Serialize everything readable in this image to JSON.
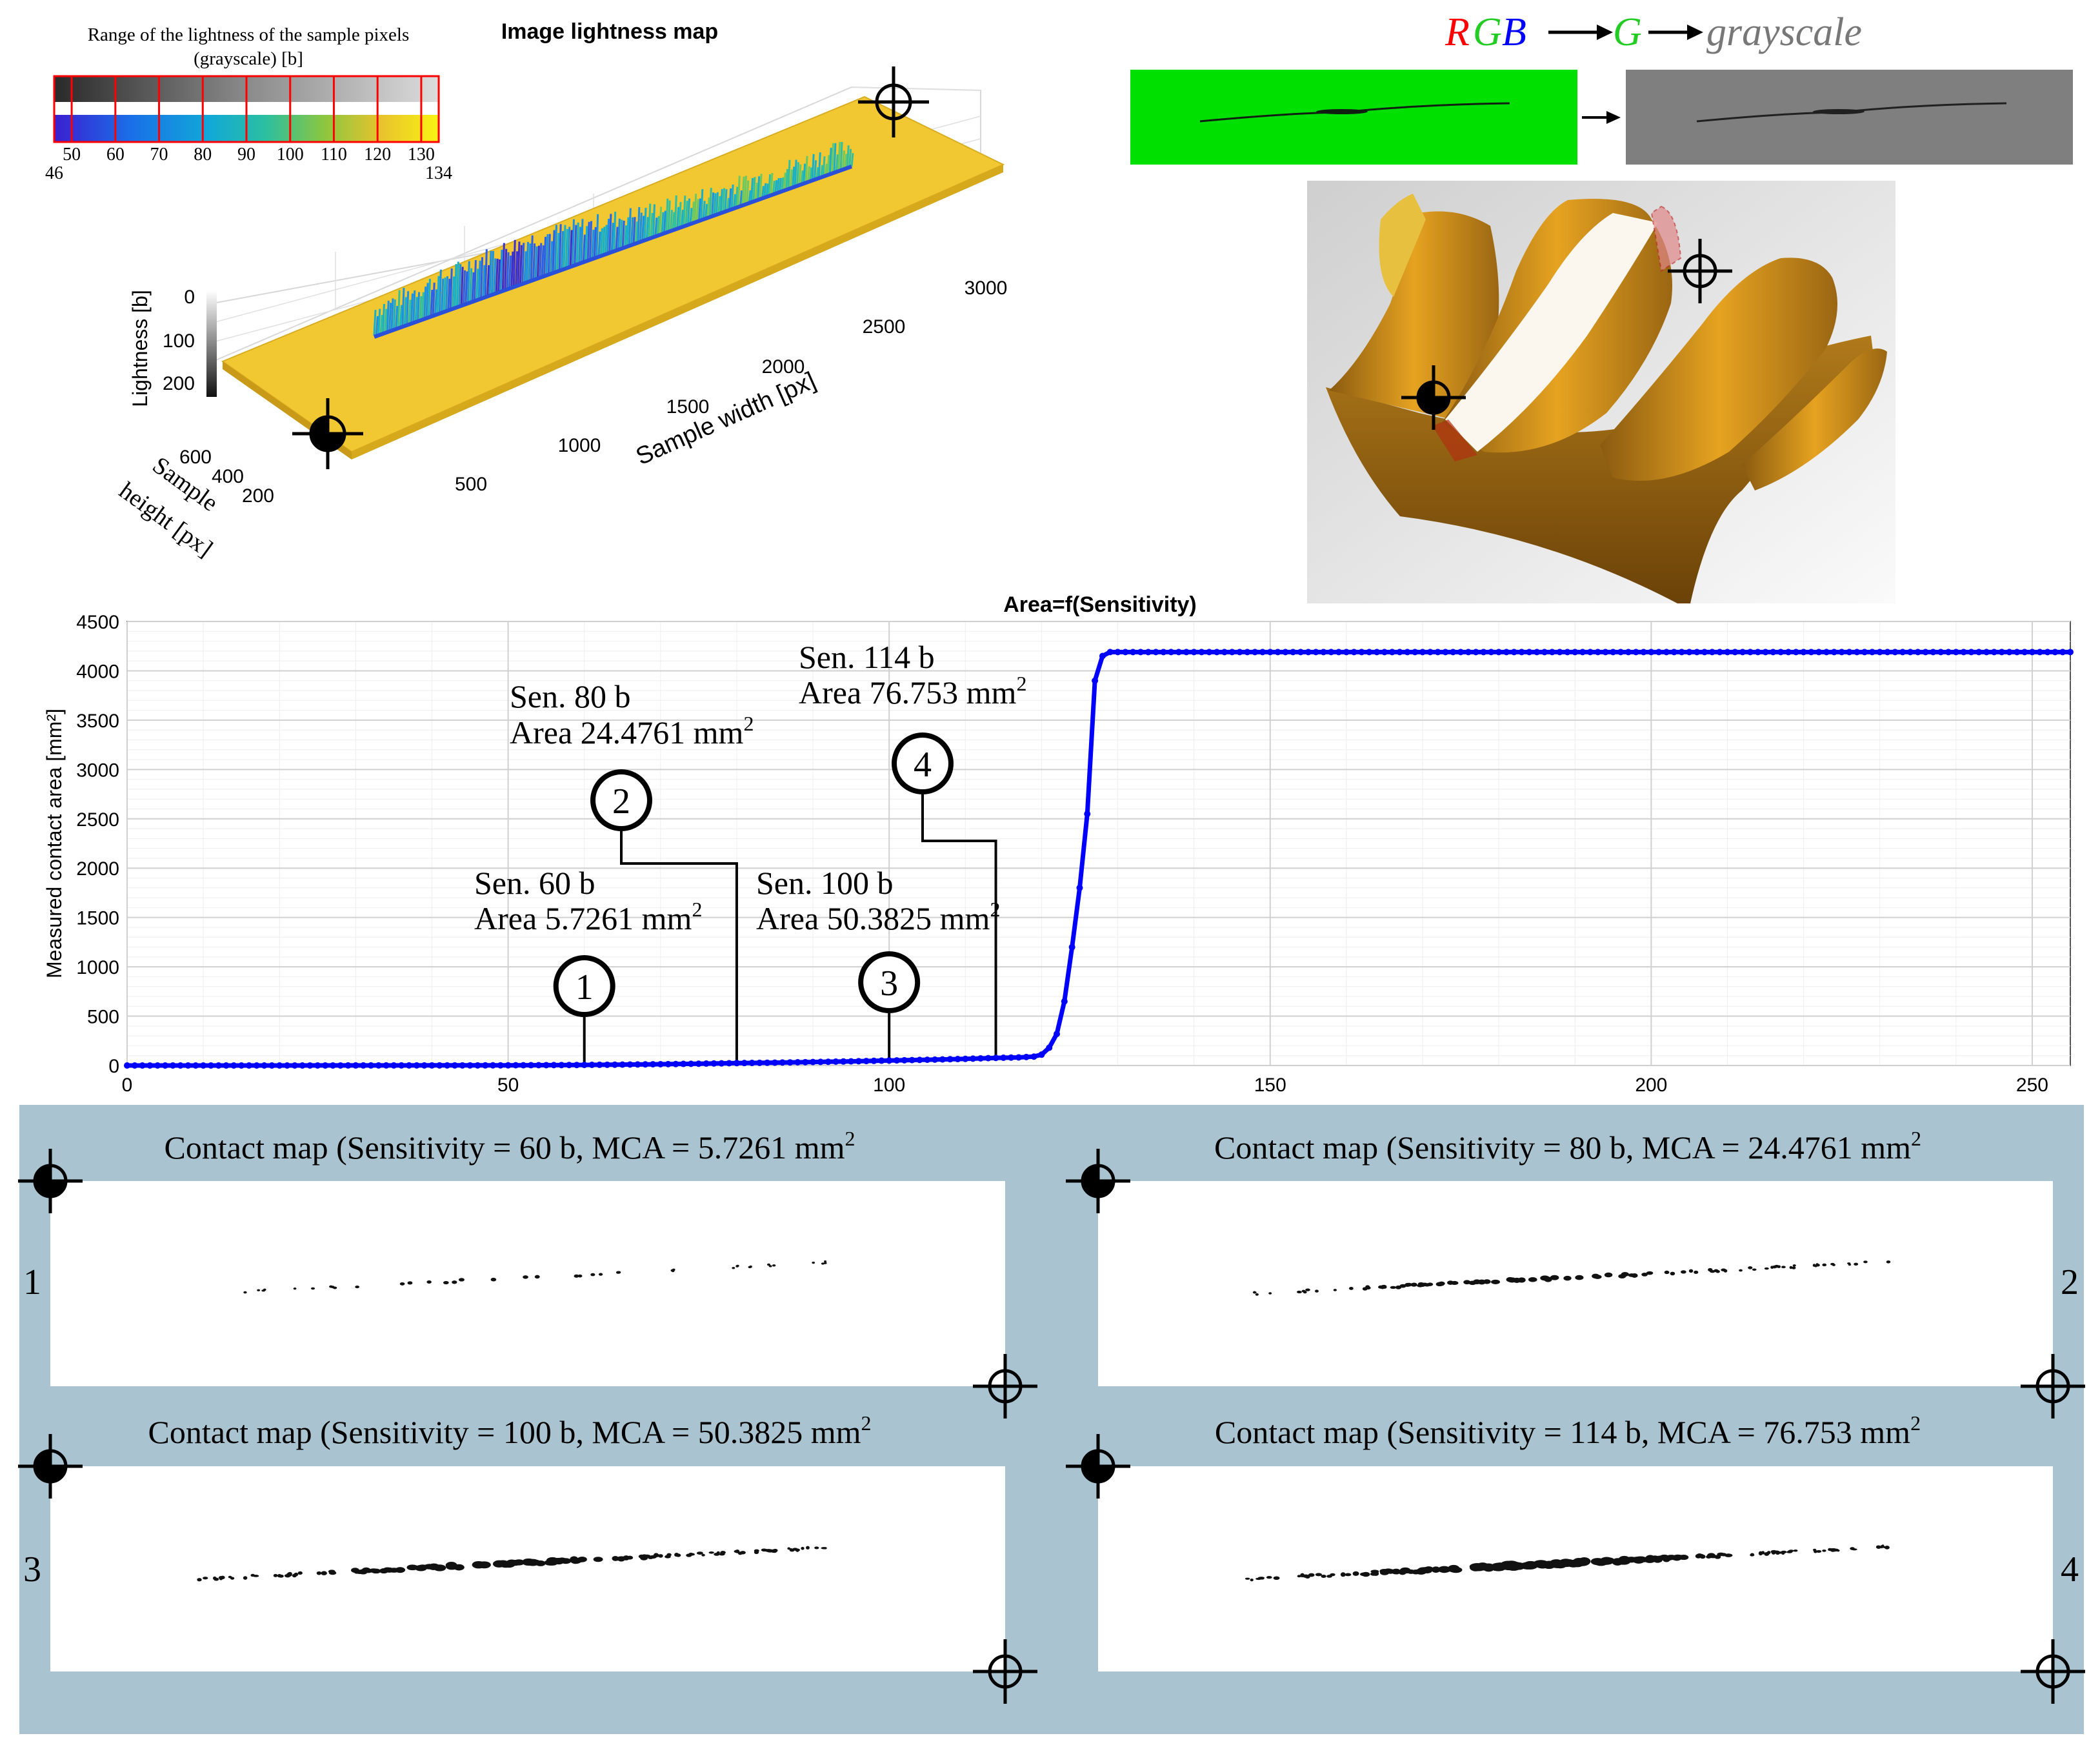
{
  "colorbar": {
    "title_line1": "Range of the lightness of the sample pixels",
    "title_line2": "(grayscale) [b]",
    "ticks": [
      "50",
      "60",
      "70",
      "80",
      "90",
      "100",
      "110",
      "120",
      "130"
    ],
    "min_label": "46",
    "max_label": "134"
  },
  "surface": {
    "title": "Image lightness map",
    "zlabel": "Lightness [b]",
    "z_ticks": [
      "0",
      "100",
      "200"
    ],
    "xlabel": "Sample width [px]",
    "x_ticks": [
      "500",
      "1000",
      "1500",
      "2000",
      "2500",
      "3000"
    ],
    "ylabel_line1": "Sample",
    "ylabel_line2": "height [px]",
    "y_ticks": [
      "600",
      "400",
      "200"
    ]
  },
  "pipeline": {
    "R": "R",
    "G": "G",
    "B": "B",
    "G2": "G",
    "grayscale": "grayscale",
    "colors": {
      "red": "#ff0000",
      "green": "#22cc22",
      "blue": "#0000ff",
      "gray": "#777777",
      "green_panel": "#00e000",
      "gray_panel": "#7f7f7f"
    }
  },
  "chart_data": {
    "type": "line",
    "title": "Area=f(Sensitivity)",
    "xlabel": "",
    "ylabel": "Measured contact area [mm²]",
    "xlim": [
      0,
      255
    ],
    "ylim": [
      0,
      4500
    ],
    "x_ticks": [
      0,
      50,
      100,
      150,
      200,
      250
    ],
    "y_ticks": [
      0,
      500,
      1000,
      1500,
      2000,
      2500,
      3000,
      3500,
      4000,
      4500
    ],
    "grid": true,
    "series_color": "#0000ff",
    "points": [
      [
        0,
        0
      ],
      [
        10,
        0
      ],
      [
        20,
        0
      ],
      [
        30,
        0.5
      ],
      [
        40,
        1
      ],
      [
        46,
        1
      ],
      [
        50,
        2
      ],
      [
        55,
        3.5
      ],
      [
        60,
        5.7261
      ],
      [
        65,
        9
      ],
      [
        70,
        13
      ],
      [
        75,
        18
      ],
      [
        80,
        24.4761
      ],
      [
        85,
        29
      ],
      [
        90,
        35
      ],
      [
        95,
        42
      ],
      [
        100,
        50.3825
      ],
      [
        105,
        58
      ],
      [
        110,
        67
      ],
      [
        114,
        76.753
      ],
      [
        117,
        82
      ],
      [
        119,
        90
      ],
      [
        120,
        110
      ],
      [
        121,
        180
      ],
      [
        122,
        320
      ],
      [
        123,
        650
      ],
      [
        124,
        1200
      ],
      [
        125,
        1800
      ],
      [
        126,
        2550
      ],
      [
        127,
        3900
      ],
      [
        128,
        4150
      ],
      [
        129,
        4190
      ],
      [
        130,
        4190
      ],
      [
        150,
        4190
      ],
      [
        175,
        4190
      ],
      [
        200,
        4190
      ],
      [
        225,
        4190
      ],
      [
        255,
        4190
      ]
    ],
    "annotations": [
      {
        "id": "1",
        "x": 60,
        "y": 5.7261,
        "line1": "Sen. 60 b",
        "line2": "Area 5.7261 mm",
        "sup": "2"
      },
      {
        "id": "2",
        "x": 80,
        "y": 24.4761,
        "line1": "Sen. 80 b",
        "line2": "Area 24.4761 mm",
        "sup": "2"
      },
      {
        "id": "3",
        "x": 100,
        "y": 50.3825,
        "line1": "Sen. 100 b",
        "line2": "Area 50.3825 mm",
        "sup": "2"
      },
      {
        "id": "4",
        "x": 114,
        "y": 76.753,
        "line1": "Sen. 114 b",
        "line2": "Area 76.753 mm",
        "sup": "2"
      }
    ]
  },
  "contact_maps": [
    {
      "title": "Contact map (Sensitivity = 60 b, MCA = 5.7261 mm",
      "sup": "2",
      "number": "1"
    },
    {
      "title": "Contact map (Sensitivity = 80 b, MCA = 24.4761 mm",
      "sup": "2",
      "number": "2"
    },
    {
      "title": "Contact map (Sensitivity = 100 b, MCA = 50.3825 mm",
      "sup": "2",
      "number": "3"
    },
    {
      "title": "Contact map (Sensitivity = 114 b, MCA = 76.753 mm",
      "sup": "2",
      "number": "4"
    }
  ],
  "colors": {
    "panel_bg": "#a9c4d0",
    "surface": "#f2c832"
  }
}
